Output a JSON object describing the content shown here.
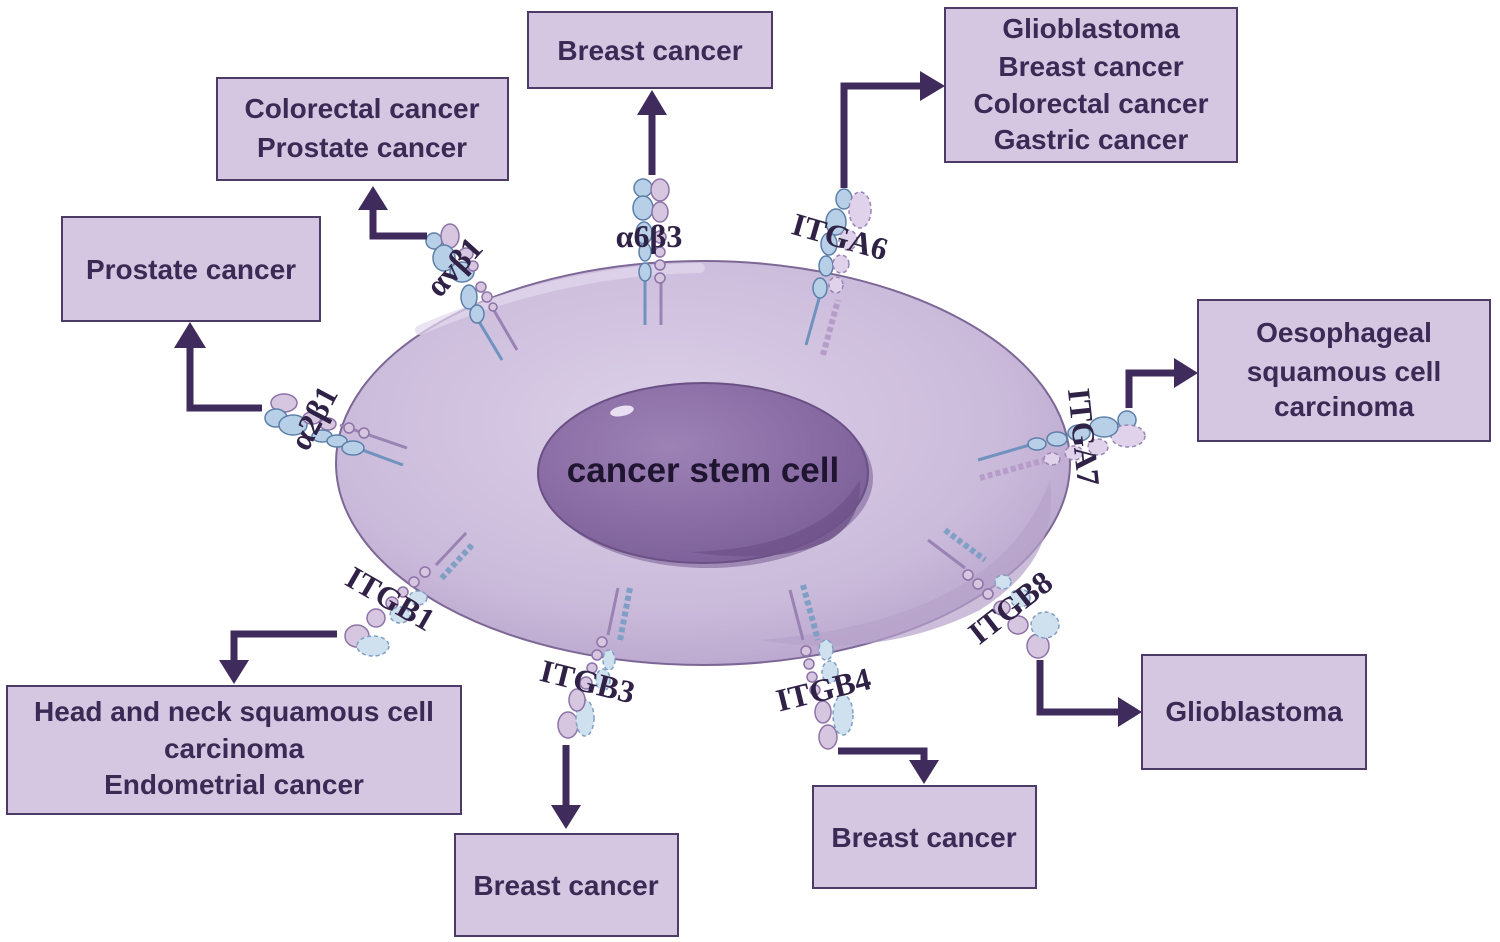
{
  "center_label": "cancer stem cell",
  "integrins": [
    {
      "id": "a2b1",
      "label": "α2β1"
    },
    {
      "id": "avb1",
      "label": "αvβ1"
    },
    {
      "id": "a6b3",
      "label": "α6β3"
    },
    {
      "id": "itga6",
      "label": "ITGA6"
    },
    {
      "id": "itga7",
      "label": "ITGA7"
    },
    {
      "id": "itgb8",
      "label": "ITGB8"
    },
    {
      "id": "itgb4",
      "label": "ITGB4"
    },
    {
      "id": "itgb3",
      "label": "ITGB3"
    },
    {
      "id": "itgb1",
      "label": "ITGB1"
    }
  ],
  "boxes": [
    {
      "id": "a2b1",
      "lines": [
        "Prostate cancer"
      ]
    },
    {
      "id": "avb1",
      "lines": [
        "Colorectal cancer",
        "Prostate cancer"
      ]
    },
    {
      "id": "a6b3",
      "lines": [
        "Breast cancer"
      ]
    },
    {
      "id": "itga6",
      "lines": [
        "Glioblastoma",
        "Breast cancer",
        "Colorectal cancer",
        "Gastric cancer"
      ]
    },
    {
      "id": "itga7",
      "lines": [
        "Oesophageal",
        "squamous cell",
        "carcinoma"
      ]
    },
    {
      "id": "itgb8",
      "lines": [
        "Glioblastoma"
      ]
    },
    {
      "id": "itgb4",
      "lines": [
        "Breast cancer"
      ]
    },
    {
      "id": "itgb3",
      "lines": [
        "Breast cancer"
      ]
    },
    {
      "id": "itgb1",
      "lines": [
        "Head and neck squamous cell",
        "carcinoma",
        "Endometrial cancer"
      ]
    }
  ],
  "colors": {
    "cell_fill": "#cfc0de",
    "cell_stroke": "#7d6796",
    "nucleus_fill": "#8f72a8",
    "box_fill": "#d5c7e1",
    "arrow": "#3f2b5c"
  }
}
